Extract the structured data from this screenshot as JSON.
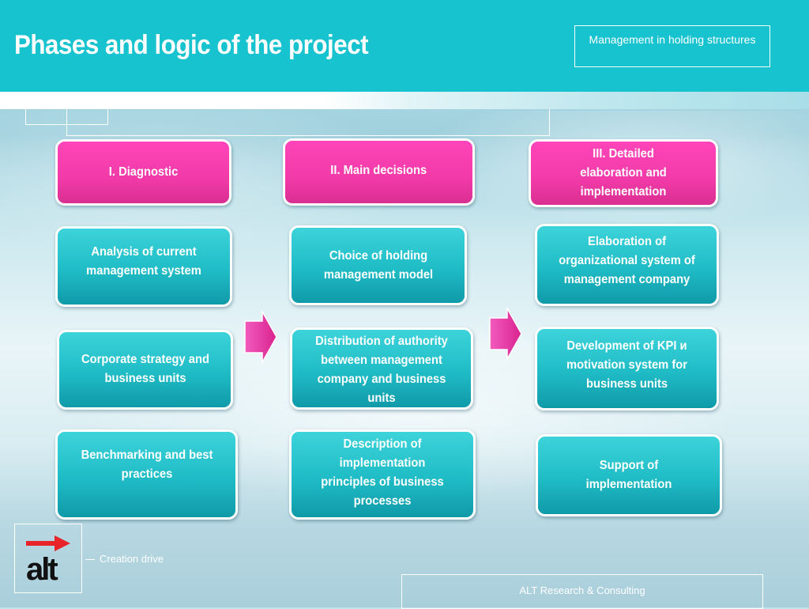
{
  "header": {
    "title": "Phases and logic of the project",
    "tag": "Management in holding structures"
  },
  "phases": [
    {
      "label": "I. Diagnostic"
    },
    {
      "label": "II. Main decisions"
    },
    {
      "label": "III. Detailed elaboration and implementation"
    }
  ],
  "columns": [
    {
      "tasks": [
        {
          "label": "Analysis of current management system"
        },
        {
          "label": "Corporate strategy and business units"
        },
        {
          "label": "Benchmarking and best practices"
        }
      ]
    },
    {
      "tasks": [
        {
          "label": "Choice of holding management model"
        },
        {
          "label": "Distribution of authority between management company and business units"
        },
        {
          "label": "Description of implementation principles of business processes"
        }
      ]
    },
    {
      "tasks": [
        {
          "label": "Elaboration of organizational system of management company"
        },
        {
          "label": "Development of KPI и motivation system for business units"
        },
        {
          "label": "Support of implementation"
        }
      ]
    }
  ],
  "footer": {
    "logo_text": "alt",
    "tagline": "Creation drive",
    "company": "ALT Research & Consulting"
  },
  "colors": {
    "header": "#17c3cf",
    "phase": "#f23aa8",
    "task": "#1fbcc6",
    "arrow": "#ee3ea8"
  }
}
